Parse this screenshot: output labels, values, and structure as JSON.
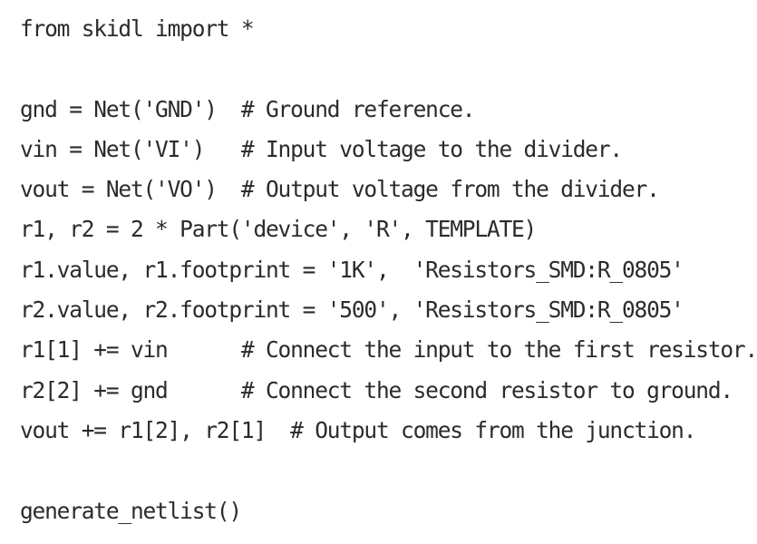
{
  "code": {
    "lines": [
      "from skidl import *",
      "",
      "gnd = Net('GND')  # Ground reference.",
      "vin = Net('VI')   # Input voltage to the divider.",
      "vout = Net('VO')  # Output voltage from the divider.",
      "r1, r2 = 2 * Part('device', 'R', TEMPLATE)",
      "r1.value, r1.footprint = '1K',  'Resistors_SMD:R_0805'",
      "r2.value, r2.footprint = '500', 'Resistors_SMD:R_0805'",
      "r1[1] += vin      # Connect the input to the first resistor.",
      "r2[2] += gnd      # Connect the second resistor to ground.",
      "vout += r1[2], r2[1]  # Output comes from the junction.",
      "",
      "generate_netlist()"
    ]
  }
}
